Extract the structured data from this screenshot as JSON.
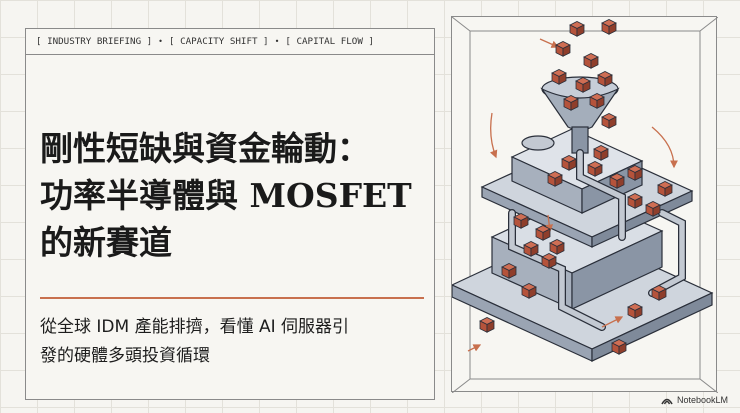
{
  "tags": [
    "[ INDUSTRY BRIEFING ]",
    "[ CAPACITY SHIFT ]",
    "[ CAPITAL FLOW ]"
  ],
  "tag_separator": "•",
  "title_lines": [
    "剛性短缺與資金輪動：",
    "功率半導體與 MOSFET",
    "的新賽道"
  ],
  "subtitle_lines": [
    "從全球 IDM 產能排擠，看懂 AI 伺服器引",
    "發的硬體多頭投資循環"
  ],
  "illustration": {
    "subject": "isometric funnel and pipe machine moving cubes through stacked platforms",
    "colors": {
      "cube": "#b5533b",
      "metal": "#9aa4b3",
      "outline": "#2a2f3a",
      "arrow": "#c8704e"
    }
  },
  "watermark": {
    "icon": "notebooklm-logo-icon",
    "text": "NotebookLM"
  },
  "colors": {
    "background": "#f6f5f1",
    "accent_rule": "#c8704e",
    "border": "#8a8a8a",
    "text": "#1a1a1a"
  }
}
